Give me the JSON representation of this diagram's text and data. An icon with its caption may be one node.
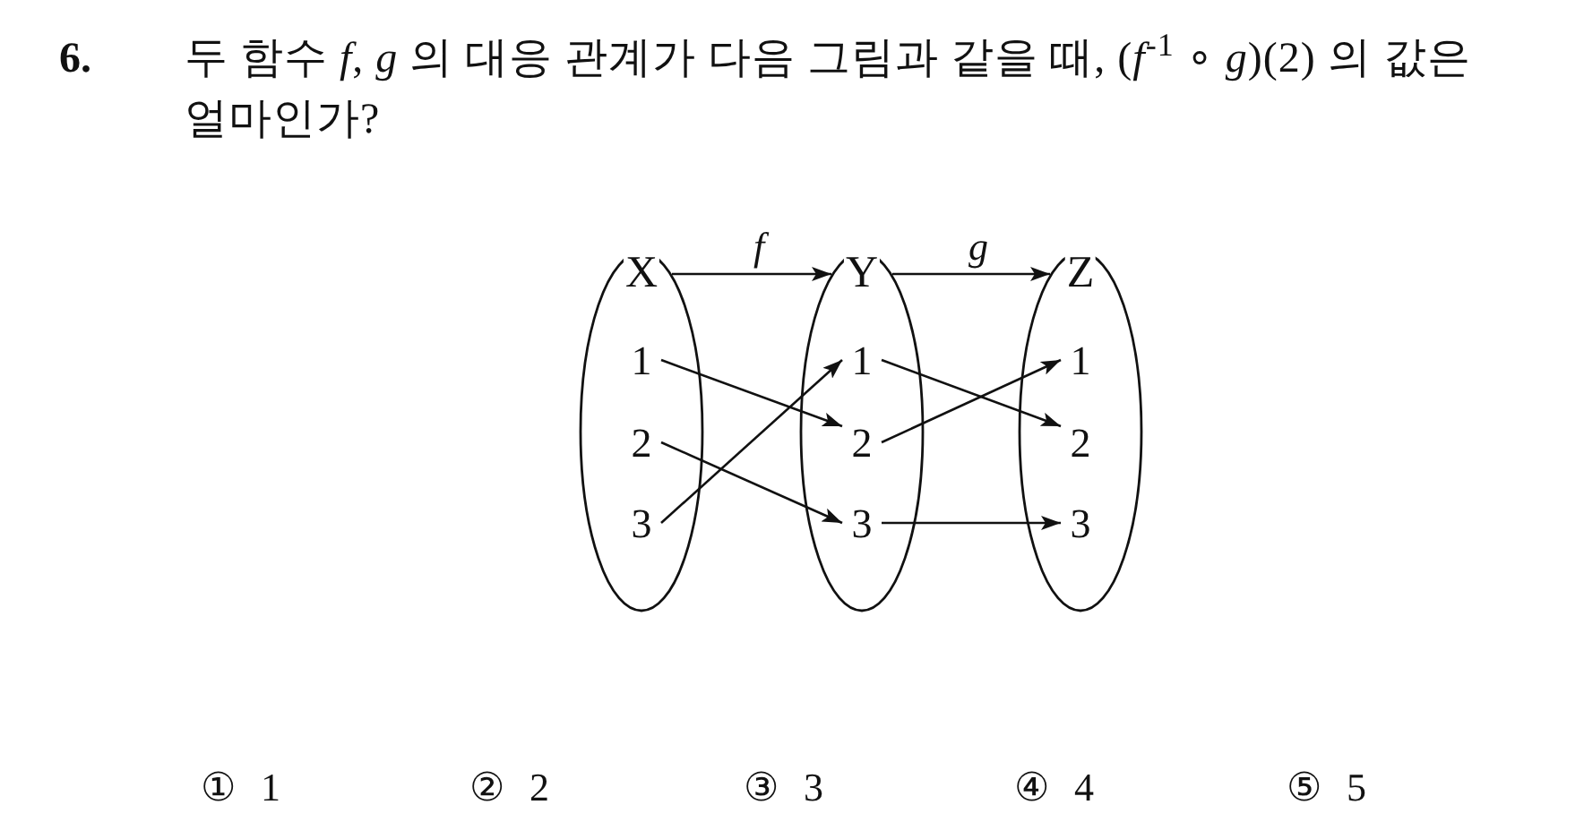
{
  "diagram": {
    "title": "두 함수 *f*, *g* 의 대응 관계가 다음 그림과 같을 때, (*f*$^{-1}$ ∘ *g*)(2) 의 값은 얼마인가?",
    "nodes": [
      {
        "text": [
          "X"
        ]
      },
      {
        "text": [
          "1"
        ],
        "in": 0
      },
      {
        "text": [
          "2"
        ],
        "in": 0
      },
      {
        "text": [
          "3"
        ],
        "in": 0
      },
      {
        "text": [
          "Y"
        ]
      },
      {
        "text": [
          "1"
        ],
        "in": 4
      },
      {
        "text": [
          "2"
        ],
        "in": 4
      },
      {
        "text": [
          "3"
        ],
        "in": 4
      },
      {
        "text": [
          "Z"
        ]
      },
      {
        "text": [
          "1"
        ],
        "in": 8
      },
      {
        "text": [
          "2"
        ],
        "in": 8
      },
      {
        "text": [
          "3"
        ],
        "in": 8
      }
    ],
    "edges": [
      {
        "from": 0,
        "to": 4,
        "arrow": "to",
        "label": "f"
      },
      {
        "from": 4,
        "to": 8,
        "arrow": "to",
        "label": "g"
      },
      {
        "from": 1,
        "to": 6,
        "arrow": "to"
      },
      {
        "from": 2,
        "to": 7,
        "arrow": "to"
      },
      {
        "from": 3,
        "to": 5,
        "arrow": "to"
      },
      {
        "from": 5,
        "to": 10,
        "arrow": "to"
      },
      {
        "from": 6,
        "to": 9,
        "arrow": "to"
      },
      {
        "from": 7,
        "to": 11,
        "arrow": "to"
      }
    ],
    "labels": [
      "6.",
      "① 1",
      "② 2",
      "③ 3",
      "④ 4",
      "⑤ 5"
    ]
  }
}
